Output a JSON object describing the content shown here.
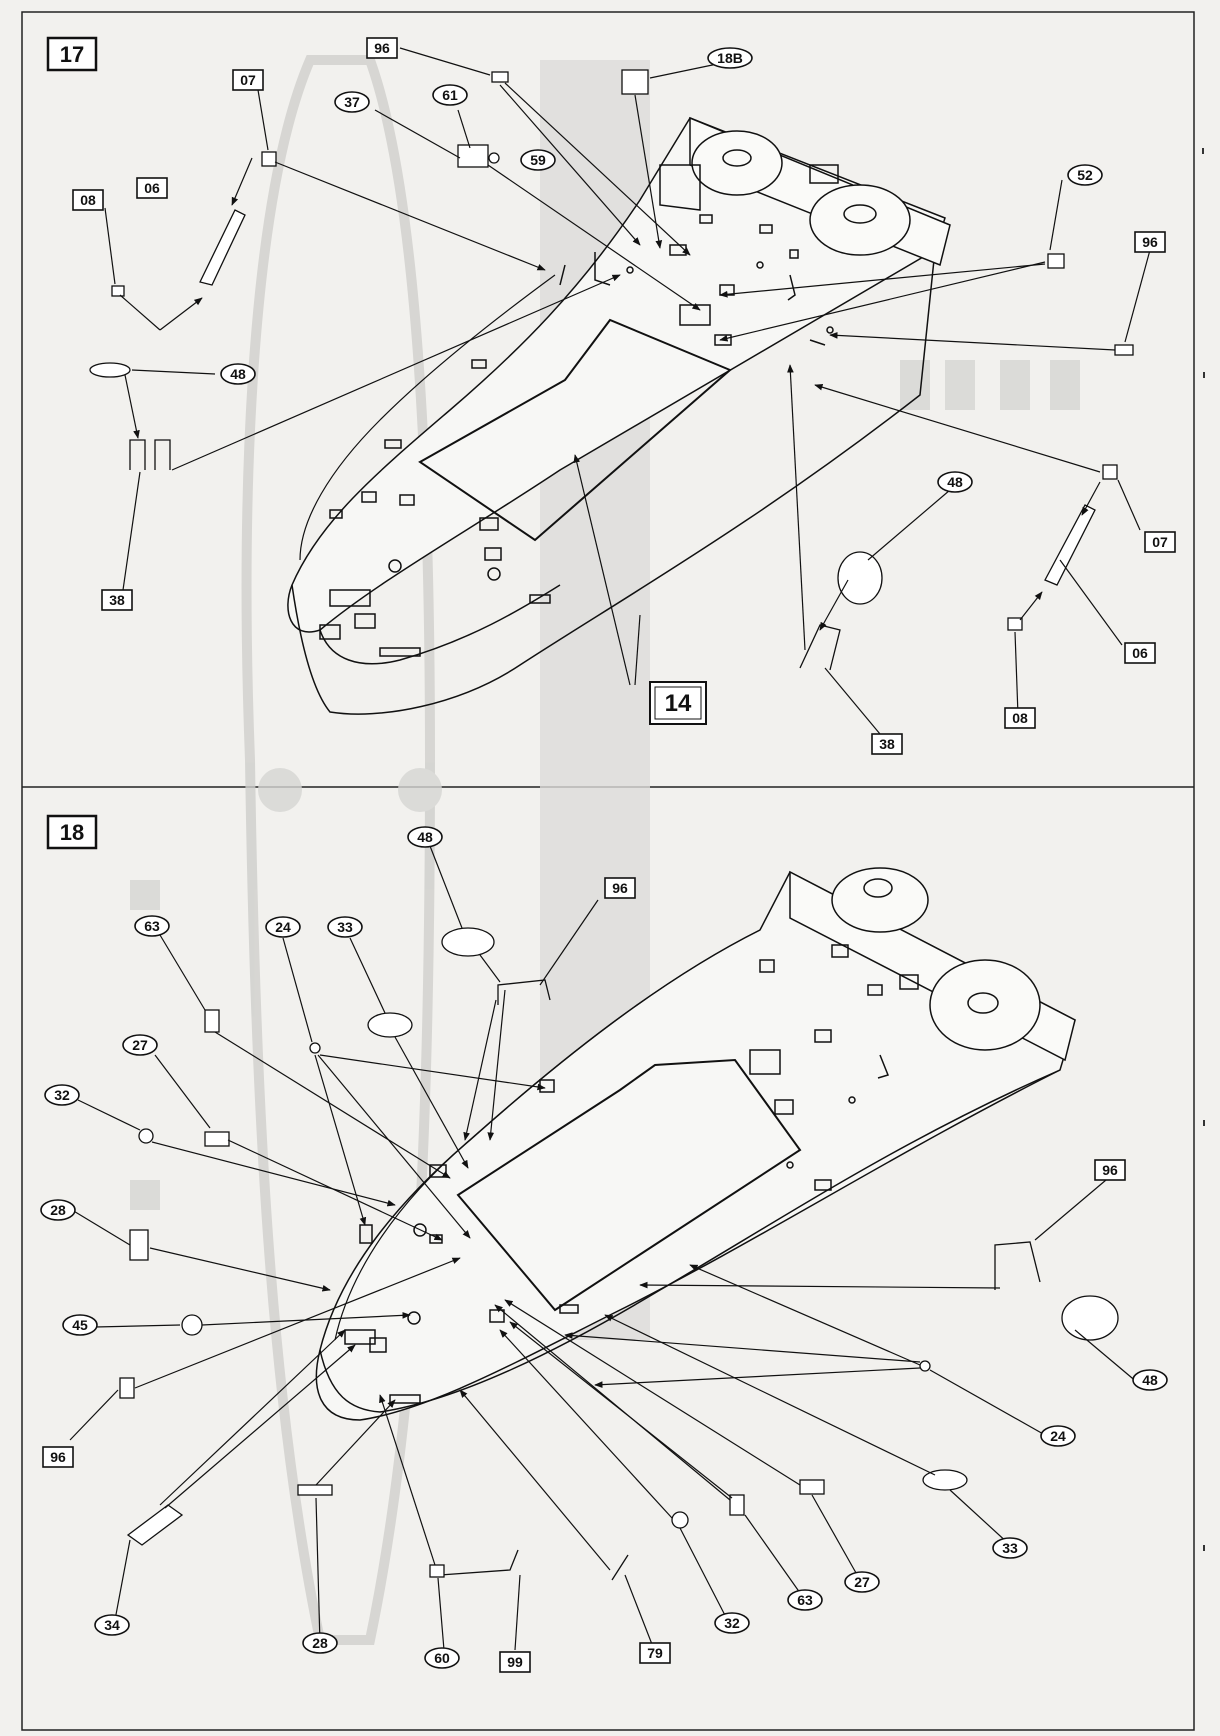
{
  "page": {
    "background": "#f2f1ee",
    "ink": "#111111",
    "ghost": "#c9c9c6"
  },
  "steps": [
    {
      "number": "17",
      "assembly_label": "14",
      "part_labels": [
        "96",
        "18B",
        "07",
        "37",
        "61",
        "59",
        "08",
        "06",
        "52",
        "96",
        "48",
        "38",
        "48",
        "07",
        "06",
        "08",
        "38"
      ]
    },
    {
      "number": "18",
      "part_labels": [
        "48",
        "96",
        "63",
        "24",
        "33",
        "27",
        "32",
        "28",
        "45",
        "96",
        "96",
        "48",
        "24",
        "33",
        "27",
        "63",
        "32",
        "79",
        "99",
        "60",
        "28",
        "34"
      ]
    }
  ]
}
